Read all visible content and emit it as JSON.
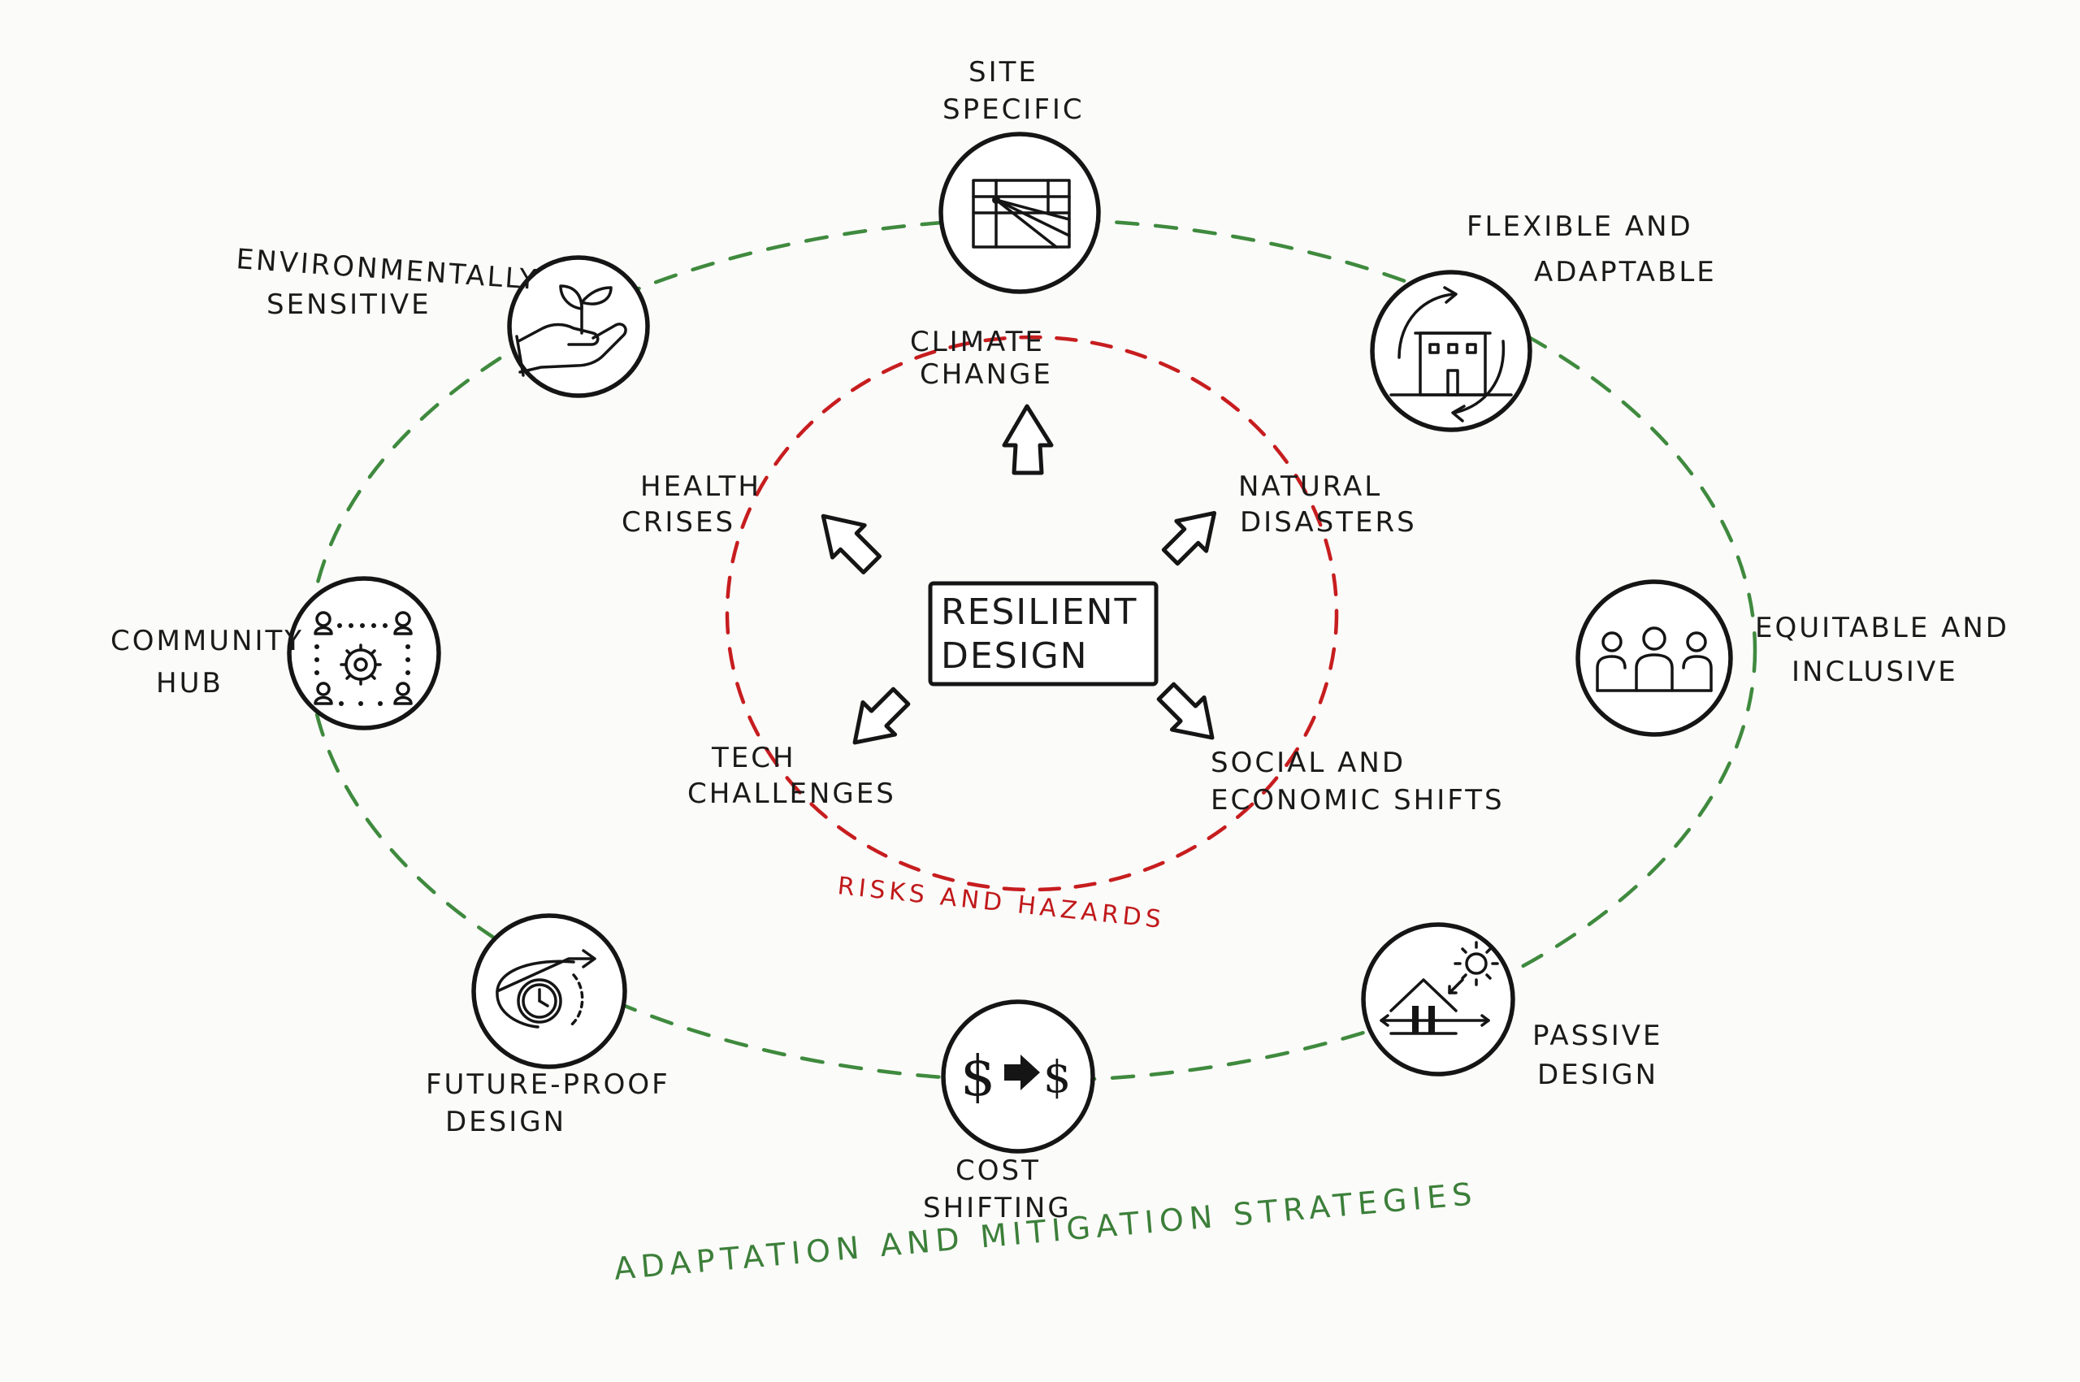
{
  "diagram": {
    "center": {
      "line1": "RESILIENT",
      "line2": "DESIGN"
    },
    "inner_ring_label": "RISKS AND HAZARDS",
    "outer_ring_label": "ADAPTATION AND MITIGATION STRATEGIES",
    "risks": {
      "climate": {
        "line1": "CLIMATE",
        "line2": "CHANGE"
      },
      "health": {
        "line1": "HEALTH",
        "line2": "CRISES"
      },
      "natural": {
        "line1": "NATURAL",
        "line2": "DISASTERS"
      },
      "tech": {
        "line1": "TECH",
        "line2": "CHALLENGES"
      },
      "social": {
        "line1": "SOCIAL AND",
        "line2": "ECONOMIC SHIFTS"
      }
    },
    "strategies": {
      "site": {
        "line1": "SITE",
        "line2": "SPECIFIC",
        "icon": "site-plan-icon"
      },
      "flexible": {
        "line1": "FLEXIBLE AND",
        "line2": "ADAPTABLE",
        "icon": "adaptable-house-icon"
      },
      "equitable": {
        "line1": "EQUITABLE AND",
        "line2": "INCLUSIVE",
        "icon": "people-group-icon"
      },
      "passive": {
        "line1": "PASSIVE",
        "line2": "DESIGN",
        "icon": "sun-house-icon"
      },
      "cost": {
        "line1": "COST",
        "line2": "SHIFTING",
        "icon": "dollar-shift-icon"
      },
      "future": {
        "line1": "FUTURE-PROOF",
        "line2": "DESIGN",
        "icon": "clock-forward-icon"
      },
      "community": {
        "line1": "COMMUNITY",
        "line2": "HUB",
        "icon": "community-gear-icon"
      },
      "environment": {
        "line1": "ENVIRONMENTALLY",
        "line2": "SENSITIVE",
        "icon": "sprout-hand-icon"
      }
    },
    "colors": {
      "ink": "#151515",
      "risk_red": "#c71d1f",
      "strategy_green": "#3f8a3e",
      "paper": "#fbfbf9"
    }
  }
}
